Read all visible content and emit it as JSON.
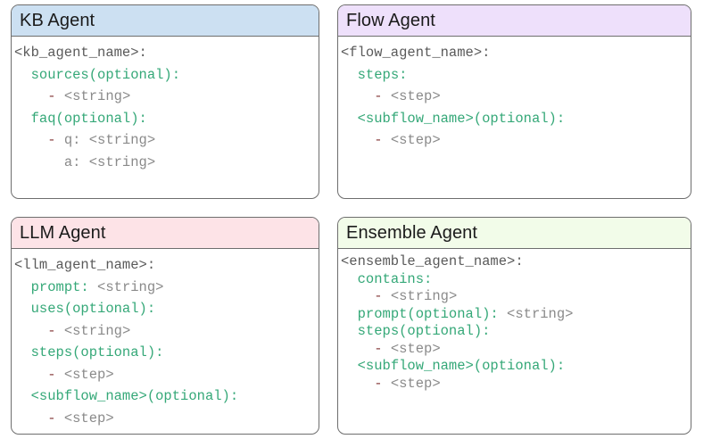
{
  "diagram": {
    "title_hidden": "",
    "background_color": "#ffffff",
    "border_color": "#6e6e6e",
    "key_color": "#35a878",
    "value_color": "#8a8a8a",
    "dash_color": "#8a4040",
    "plain_color": "#5a5a5a"
  },
  "panels": [
    {
      "id": "kb-agent",
      "title": "KB Agent",
      "header_color": "#cce0f2",
      "lines": [
        [
          {
            "t": "<kb_agent_name>:",
            "c": "plain"
          }
        ],
        [
          {
            "t": "  ",
            "c": "plain"
          },
          {
            "t": "sources(optional):",
            "c": "key"
          }
        ],
        [
          {
            "t": "    ",
            "c": "plain"
          },
          {
            "t": "-",
            "c": "dash"
          },
          {
            "t": " <string>",
            "c": "val"
          }
        ],
        [
          {
            "t": "  ",
            "c": "plain"
          },
          {
            "t": "faq(optional):",
            "c": "key"
          }
        ],
        [
          {
            "t": "    ",
            "c": "plain"
          },
          {
            "t": "-",
            "c": "dash"
          },
          {
            "t": " q: <string>",
            "c": "val"
          }
        ],
        [
          {
            "t": "      ",
            "c": "plain"
          },
          {
            "t": "a: <string>",
            "c": "val"
          }
        ]
      ]
    },
    {
      "id": "flow-agent",
      "title": "Flow Agent",
      "header_color": "#eee0fb",
      "lines": [
        [
          {
            "t": "<flow_agent_name>:",
            "c": "plain"
          }
        ],
        [
          {
            "t": "  ",
            "c": "plain"
          },
          {
            "t": "steps:",
            "c": "key"
          }
        ],
        [
          {
            "t": "    ",
            "c": "plain"
          },
          {
            "t": "-",
            "c": "dash"
          },
          {
            "t": " <step>",
            "c": "val"
          }
        ],
        [
          {
            "t": "  ",
            "c": "plain"
          },
          {
            "t": "<subflow_name>(optional):",
            "c": "key"
          }
        ],
        [
          {
            "t": "    ",
            "c": "plain"
          },
          {
            "t": "-",
            "c": "dash"
          },
          {
            "t": " <step>",
            "c": "val"
          }
        ]
      ]
    },
    {
      "id": "llm-agent",
      "title": "LLM Agent",
      "header_color": "#fde3e7",
      "lines": [
        [
          {
            "t": "<llm_agent_name>:",
            "c": "plain"
          }
        ],
        [
          {
            "t": "  ",
            "c": "plain"
          },
          {
            "t": "prompt:",
            "c": "key"
          },
          {
            "t": " <string>",
            "c": "val"
          }
        ],
        [
          {
            "t": "  ",
            "c": "plain"
          },
          {
            "t": "uses(optional):",
            "c": "key"
          }
        ],
        [
          {
            "t": "    ",
            "c": "plain"
          },
          {
            "t": "-",
            "c": "dash"
          },
          {
            "t": " <string>",
            "c": "val"
          }
        ],
        [
          {
            "t": "  ",
            "c": "plain"
          },
          {
            "t": "steps(optional):",
            "c": "key"
          }
        ],
        [
          {
            "t": "    ",
            "c": "plain"
          },
          {
            "t": "-",
            "c": "dash"
          },
          {
            "t": " <step>",
            "c": "val"
          }
        ],
        [
          {
            "t": "  ",
            "c": "plain"
          },
          {
            "t": "<subflow_name>(optional):",
            "c": "key"
          }
        ],
        [
          {
            "t": "    ",
            "c": "plain"
          },
          {
            "t": "-",
            "c": "dash"
          },
          {
            "t": " <step>",
            "c": "val"
          }
        ]
      ]
    },
    {
      "id": "ensemble-agent",
      "title": "Ensemble Agent",
      "header_color": "#f2fce9",
      "tight": true,
      "lines": [
        [
          {
            "t": "<ensemble_agent_name>:",
            "c": "plain"
          }
        ],
        [
          {
            "t": "  ",
            "c": "plain"
          },
          {
            "t": "contains:",
            "c": "key"
          }
        ],
        [
          {
            "t": "    ",
            "c": "plain"
          },
          {
            "t": "-",
            "c": "dash"
          },
          {
            "t": " <string>",
            "c": "val"
          }
        ],
        [
          {
            "t": "  ",
            "c": "plain"
          },
          {
            "t": "prompt(optional):",
            "c": "key"
          },
          {
            "t": " <string>",
            "c": "val"
          }
        ],
        [
          {
            "t": "  ",
            "c": "plain"
          },
          {
            "t": "steps(optional):",
            "c": "key"
          }
        ],
        [
          {
            "t": "    ",
            "c": "plain"
          },
          {
            "t": "-",
            "c": "dash"
          },
          {
            "t": " <step>",
            "c": "val"
          }
        ],
        [
          {
            "t": "  ",
            "c": "plain"
          },
          {
            "t": "<subflow_name>(optional):",
            "c": "key"
          }
        ],
        [
          {
            "t": "    ",
            "c": "plain"
          },
          {
            "t": "-",
            "c": "dash"
          },
          {
            "t": " <step>",
            "c": "val"
          }
        ]
      ]
    }
  ]
}
